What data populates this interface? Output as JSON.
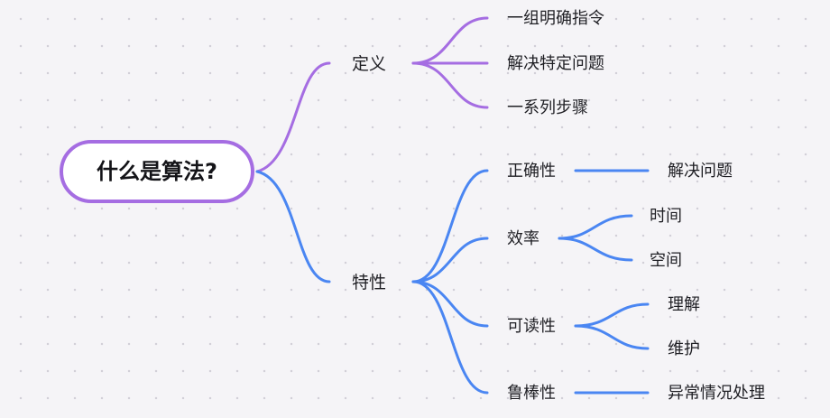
{
  "root": {
    "label": "什么是算法?"
  },
  "branches": {
    "definition": {
      "label": "定义",
      "color": "#a56de2",
      "items": [
        "一组明确指令",
        "解决特定问题",
        "一系列步骤"
      ]
    },
    "properties": {
      "label": "特性",
      "color": "#4a86f2",
      "items": [
        {
          "label": "正确性",
          "children": [
            "解决问题"
          ]
        },
        {
          "label": "效率",
          "children": [
            "时间",
            "空间"
          ]
        },
        {
          "label": "可读性",
          "children": [
            "理解",
            "维护"
          ]
        },
        {
          "label": "鲁棒性",
          "children": [
            "异常情况处理"
          ]
        }
      ]
    }
  }
}
